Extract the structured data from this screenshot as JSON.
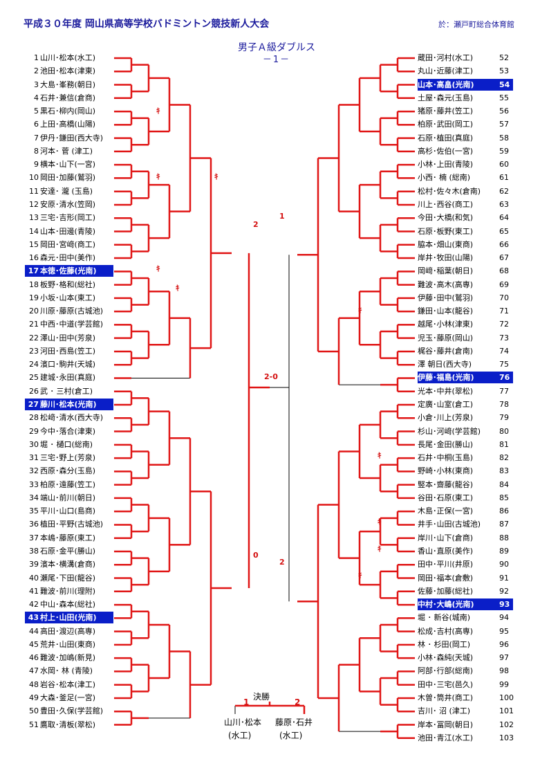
{
  "title": "平成３０年度 岡山県高等学校バドミントン競技新人大会",
  "venue": "於：瀬戸町総合体育館",
  "event": "男子Ａ級ダブルス",
  "page": "－1－",
  "left_entries": [
    {
      "num": "1",
      "name": "山川･松本(水工)"
    },
    {
      "num": "2",
      "name": "池田･松本(津東)"
    },
    {
      "num": "3",
      "name": "大島･峯務(朝日)"
    },
    {
      "num": "4",
      "name": "石井･兼信(倉商)"
    },
    {
      "num": "5",
      "name": "黒石･柳内(岡山)"
    },
    {
      "num": "6",
      "name": "上田･高橋(山陽)"
    },
    {
      "num": "7",
      "name": "伊丹･鎌田(西大寺)"
    },
    {
      "num": "8",
      "name": "河本･ 菅 (津工)"
    },
    {
      "num": "9",
      "name": "横本･山下(一宮)"
    },
    {
      "num": "10",
      "name": "岡田･加藤(鷲羽)"
    },
    {
      "num": "11",
      "name": "安達･ 瀧 (玉島)"
    },
    {
      "num": "12",
      "name": "安原･清水(笠岡)"
    },
    {
      "num": "13",
      "name": "三宅･吉形(岡工)"
    },
    {
      "num": "14",
      "name": "山本･田邊(青陵)"
    },
    {
      "num": "15",
      "name": "岡田･宮﨑(商工)"
    },
    {
      "num": "16",
      "name": "森元･田中(美作)"
    },
    {
      "num": "17",
      "name": "本徳･佐藤(光南)"
    },
    {
      "num": "18",
      "name": "板野･格和(総社)"
    },
    {
      "num": "19",
      "name": "小坂･山本(東工)"
    },
    {
      "num": "20",
      "name": "川原･藤原(古城池)"
    },
    {
      "num": "21",
      "name": "中西･中道(学芸館)"
    },
    {
      "num": "22",
      "name": "澤山･田中(芳泉)"
    },
    {
      "num": "23",
      "name": "河田･西島(笠工)"
    },
    {
      "num": "24",
      "name": "濱口･駒井(天城)"
    },
    {
      "num": "25",
      "name": "建城･永田(真庭)"
    },
    {
      "num": "26",
      "name": "武 ･ 三村(倉工)"
    },
    {
      "num": "27",
      "name": "藤川･松本(光南)"
    },
    {
      "num": "28",
      "name": "松﨑･清水(西大寺)"
    },
    {
      "num": "29",
      "name": "今中･落合(津東)"
    },
    {
      "num": "30",
      "name": "堀 ･ 樋口(総南)"
    },
    {
      "num": "31",
      "name": "三宅･野上(芳泉)"
    },
    {
      "num": "32",
      "name": "西原･森分(玉島)"
    },
    {
      "num": "33",
      "name": "柏原･遠藤(笠工)"
    },
    {
      "num": "34",
      "name": "端山･前川(朝日)"
    },
    {
      "num": "35",
      "name": "平川･山口(島商)"
    },
    {
      "num": "36",
      "name": "植田･平野(古城池)"
    },
    {
      "num": "37",
      "name": "本嶋･藤原(東工)"
    },
    {
      "num": "38",
      "name": "石原･金平(勝山)"
    },
    {
      "num": "39",
      "name": "濱本･横溝(倉商)"
    },
    {
      "num": "40",
      "name": "瀬尾･下田(龍谷)"
    },
    {
      "num": "41",
      "name": "難波･前川(理附)"
    },
    {
      "num": "42",
      "name": "中山･森本(総社)"
    },
    {
      "num": "43",
      "name": "村上･山田(光南)"
    },
    {
      "num": "44",
      "name": "高田･渡辺(高専)"
    },
    {
      "num": "45",
      "name": "荒井･山田(東商)"
    },
    {
      "num": "46",
      "name": "難波･加嶋(新見)"
    },
    {
      "num": "47",
      "name": "水岡･ 林 (青陵)"
    },
    {
      "num": "48",
      "name": "岩谷･松本(津工)"
    },
    {
      "num": "49",
      "name": "大森･釜足(一宮)"
    },
    {
      "num": "50",
      "name": "豊田･久保(学芸館)"
    },
    {
      "num": "51",
      "name": "鷹取･清板(翠松)"
    }
  ],
  "right_entries": [
    {
      "num": "52",
      "name": "蔵田･河村(水工)"
    },
    {
      "num": "53",
      "name": "丸山･近藤(津工)"
    },
    {
      "num": "54",
      "name": "山本･高畠(光南)"
    },
    {
      "num": "55",
      "name": "土屋･森元(玉島)"
    },
    {
      "num": "56",
      "name": "猪原･藤井(笠工)"
    },
    {
      "num": "57",
      "name": "柏原･武田(岡工)"
    },
    {
      "num": "58",
      "name": "石原･植田(真庭)"
    },
    {
      "num": "59",
      "name": "高杉･佐伯(一宮)"
    },
    {
      "num": "60",
      "name": "小林･上田(青陵)"
    },
    {
      "num": "61",
      "name": "小西･ 楠 (総南)"
    },
    {
      "num": "62",
      "name": "松村･佐々木(倉南)"
    },
    {
      "num": "63",
      "name": "川上･西谷(商工)"
    },
    {
      "num": "64",
      "name": "今田･大橋(和気)"
    },
    {
      "num": "65",
      "name": "石原･板野(東工)"
    },
    {
      "num": "66",
      "name": "脇本･畑山(東商)"
    },
    {
      "num": "67",
      "name": "岸井･牧田(山陽)"
    },
    {
      "num": "68",
      "name": "岡﨑･稲葉(朝日)"
    },
    {
      "num": "69",
      "name": "難波･高木(高専)"
    },
    {
      "num": "70",
      "name": "伊藤･田中(鷲羽)"
    },
    {
      "num": "71",
      "name": "鎌田･山本(龍谷)"
    },
    {
      "num": "72",
      "name": "越尾･小林(津東)"
    },
    {
      "num": "73",
      "name": "児玉･藤原(岡山)"
    },
    {
      "num": "74",
      "name": "梶谷･藤井(倉南)"
    },
    {
      "num": "75",
      "name": "澤 朝日(西大寺)"
    },
    {
      "num": "76",
      "name": "伊藤･福島(光南)"
    },
    {
      "num": "77",
      "name": "光本･中井(翠松)"
    },
    {
      "num": "78",
      "name": "定廣･山室(倉工)"
    },
    {
      "num": "79",
      "name": "小倉･川上(芳泉)"
    },
    {
      "num": "80",
      "name": "杉山･河﨑(学芸館)"
    },
    {
      "num": "81",
      "name": "長尾･金田(勝山)"
    },
    {
      "num": "82",
      "name": "石井･中桐(玉島)"
    },
    {
      "num": "83",
      "name": "野崎･小林(東商)"
    },
    {
      "num": "84",
      "name": "竪本･齋藤(龍谷)"
    },
    {
      "num": "85",
      "name": "谷田･石原(東工)"
    },
    {
      "num": "86",
      "name": "木島･正保(一宮)"
    },
    {
      "num": "87",
      "name": "井手･山田(古城池)"
    },
    {
      "num": "88",
      "name": "岸川･山下(倉商)"
    },
    {
      "num": "89",
      "name": "香山･直原(美作)"
    },
    {
      "num": "90",
      "name": "田中･平川(井原)"
    },
    {
      "num": "91",
      "name": "岡田･福本(倉敷)"
    },
    {
      "num": "92",
      "name": "佐藤･加藤(総社)"
    },
    {
      "num": "93",
      "name": "中村･大嶋(光南)"
    },
    {
      "num": "94",
      "name": "堀 ･ 新谷(城南)"
    },
    {
      "num": "95",
      "name": "松成･吉村(高専)"
    },
    {
      "num": "96",
      "name": "林 ･ 杉田(岡工)"
    },
    {
      "num": "97",
      "name": "小林･森純(天城)"
    },
    {
      "num": "98",
      "name": "阿部･行部(総南)"
    },
    {
      "num": "99",
      "name": "田中･三宅(邑久)"
    },
    {
      "num": "100",
      "name": "木曽･筒井(商工)"
    },
    {
      "num": "101",
      "name": "吉川･ 沼 (津工)"
    },
    {
      "num": "102",
      "name": "岸本･冨岡(朝日)"
    },
    {
      "num": "103",
      "name": "池田･青江(水工)"
    }
  ],
  "highlighted": [
    "17",
    "27",
    "43",
    "54",
    "76",
    "93"
  ],
  "score_labels": [
    {
      "id": "L_sf_top",
      "text": "2"
    },
    {
      "id": "L_sf_bot",
      "text": "0"
    },
    {
      "id": "L_final",
      "text": "2-0"
    },
    {
      "id": "R_sf_top",
      "text": "1"
    },
    {
      "id": "R_sf_bot",
      "text": "2"
    },
    {
      "id": "ret_1",
      "text": "ｷ"
    },
    {
      "id": "ret_2",
      "text": "ｷ"
    },
    {
      "id": "ret_3",
      "text": "ｷ"
    },
    {
      "id": "ret_4",
      "text": "ｷ"
    },
    {
      "id": "ret_5",
      "text": "ｷ"
    },
    {
      "id": "ret_6",
      "text": "ｷ"
    },
    {
      "id": "ret_7",
      "text": "ｷ"
    },
    {
      "id": "ret_8",
      "text": "ｷ"
    },
    {
      "id": "ret_9",
      "text": "ｷ"
    },
    {
      "id": "ret_10",
      "text": "ｷ"
    }
  ],
  "final": {
    "label": "決勝",
    "left_score": "1",
    "right_score": "2",
    "left_name": "山川･松本",
    "left_school": "(水工)",
    "right_name": "藤原･石井",
    "right_school": "(水工)"
  },
  "colors": {
    "title": "#1a1a9c",
    "highlight": "#0a1ec8",
    "winner_line": "#e01515",
    "line": "#000000"
  }
}
